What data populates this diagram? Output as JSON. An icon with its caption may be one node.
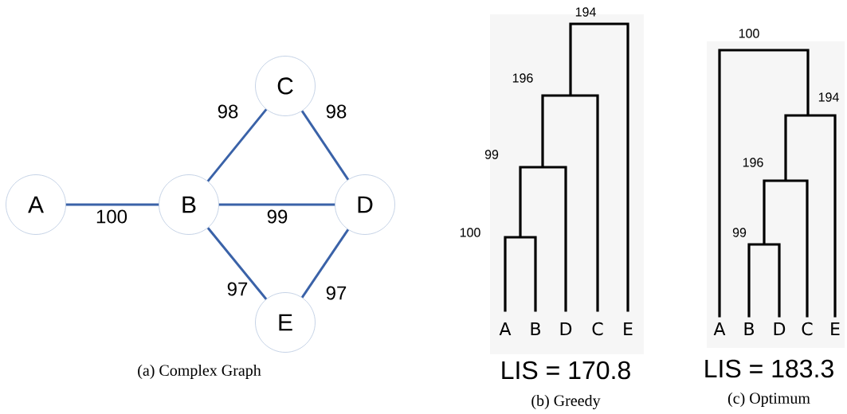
{
  "diagram": {
    "nodes": [
      {
        "text": [
          "A"
        ]
      },
      {
        "text": [
          "B"
        ]
      },
      {
        "text": [
          "C"
        ]
      },
      {
        "text": [
          "D"
        ]
      },
      {
        "text": [
          "E"
        ]
      }
    ],
    "edges": [
      {
        "from": 0,
        "to": 1,
        "arrow": "none",
        "label": "100"
      },
      {
        "from": 1,
        "to": 2,
        "arrow": "none",
        "label": "98"
      },
      {
        "from": 2,
        "to": 3,
        "arrow": "none",
        "label": "98"
      },
      {
        "from": 1,
        "to": 3,
        "arrow": "none",
        "label": "99"
      },
      {
        "from": 1,
        "to": 4,
        "arrow": "none",
        "label": "97"
      },
      {
        "from": 4,
        "to": 3,
        "arrow": "none",
        "label": "97"
      }
    ],
    "labels": [
      "(a) Complex Graph",
      "194",
      "196",
      "99",
      "100",
      "A",
      "B",
      "D",
      "C",
      "E",
      "LIS = 170.8",
      "(b) Greedy",
      "100",
      "194",
      "196",
      "99",
      "A",
      "B",
      "D",
      "C",
      "E",
      "LIS = 183.3",
      "(c) Optimum"
    ]
  }
}
